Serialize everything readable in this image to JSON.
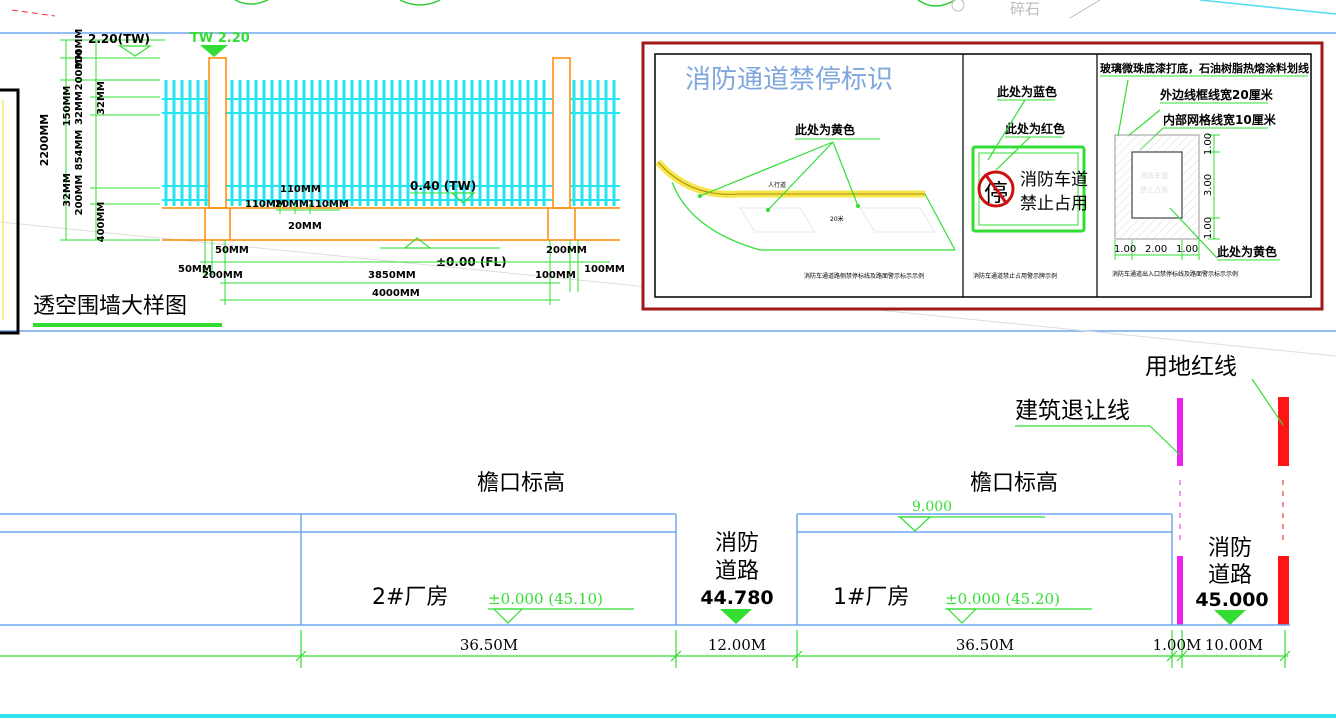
{
  "top_fragment": {
    "gravel_label": "碎石"
  },
  "fence_detail": {
    "title": "透空围墙大样图",
    "top_label_left": "2.20(TW)",
    "top_label_green": "TW 2.20",
    "wall_level_label": "0.40 (TW)",
    "floor_level_label": "±0.00 (FL)",
    "overall_height": "2200MM",
    "vertical_dims": [
      "300MM",
      "200MM",
      "32MM",
      "150MM",
      "32MM",
      "854MM",
      "32MM",
      "200MM",
      "400MM"
    ],
    "bar_dims": [
      "110MM",
      "110MM",
      "20MM",
      "110MM",
      "20MM"
    ],
    "bottom_dims": [
      "50MM",
      "50MM",
      "200MM",
      "3850MM",
      "200MM",
      "100MM",
      "100MM",
      "4000MM"
    ]
  },
  "fire_lane_sign": {
    "title": "消防通道禁停标识",
    "panel1": {
      "callout": "此处为黄色",
      "sidewalk_text": "人行道",
      "length_text": "20米",
      "caption": "消防车通道路侧禁停标线及路面警示标示示例"
    },
    "panel2": {
      "blue_label": "此处为蓝色",
      "red_label": "此处为红色",
      "stop_glyph": "停",
      "sign_line1": "消防车道",
      "sign_line2": "禁止占用",
      "caption": "消防车通道禁止占用警示牌示例"
    },
    "panel3": {
      "header": "玻璃微珠底漆打底，石油树脂热熔涂料划线",
      "outer_line": "外边线框线宽20厘米",
      "inner_line": "内部网格线宽10厘米",
      "faint_text1": "消防车道",
      "faint_text2": "禁止占用",
      "dims_v": [
        "1.00",
        "3.00",
        "1.00"
      ],
      "dims_h": [
        "1.00",
        "2.00",
        "1.00"
      ],
      "yellow_label": "此处为黄色",
      "caption": "消防车通道出入口禁停标线及路面警示标示示例"
    }
  },
  "section": {
    "red_line_label": "用地红线",
    "setback_label": "建筑退让线",
    "eave_label_1": "檐口标高",
    "eave_label_2": "檐口标高",
    "eave_level": "9.000",
    "building2": "2#厂房",
    "building2_level": "±0.000 (45.10)",
    "building1": "1#厂房",
    "building1_level": "±0.000 (45.20)",
    "road1_line1": "消防",
    "road1_line2": "道路",
    "road1_level": "44.780",
    "road2_line1": "消防",
    "road2_line2": "道路",
    "road2_level": "45.000",
    "dims": [
      "36.50M",
      "12.00M",
      "36.50M",
      "1.00M",
      "10.00M"
    ]
  }
}
